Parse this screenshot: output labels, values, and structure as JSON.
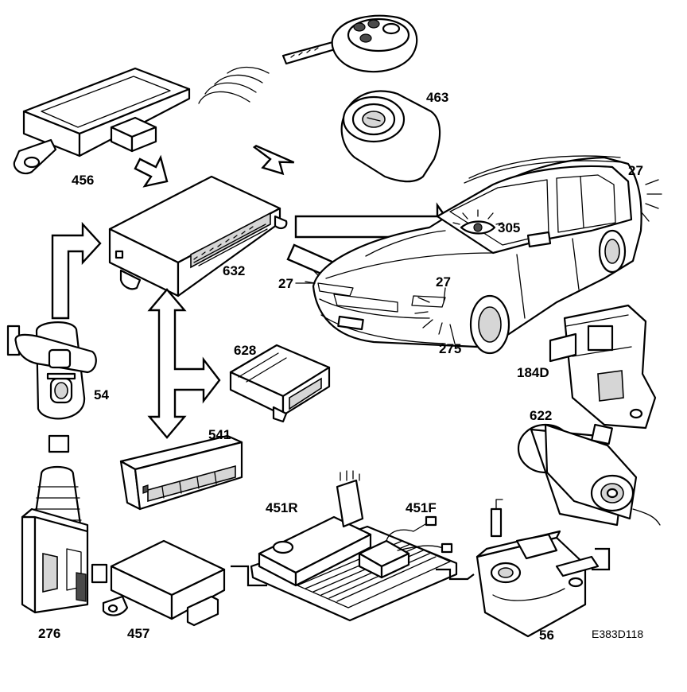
{
  "diagram": {
    "drawing_code": "E383D118",
    "labels": {
      "remote_receiver": "456",
      "ignition_switch": "463",
      "central_module": "632",
      "door_lock_switch": "54",
      "bus_module": "628",
      "info_display": "541",
      "interior_light_rear": "451R",
      "interior_light_front": "451F",
      "gear_selector": "276",
      "alarm_sensor": "457",
      "bonnet_lock": "56",
      "siren": "622",
      "tailgate_lock": "184D",
      "indicator_rear": "27",
      "indicator_front_left": "27",
      "indicator_front_right": "27",
      "warning_led": "305",
      "bonnet_switch": "275"
    }
  }
}
